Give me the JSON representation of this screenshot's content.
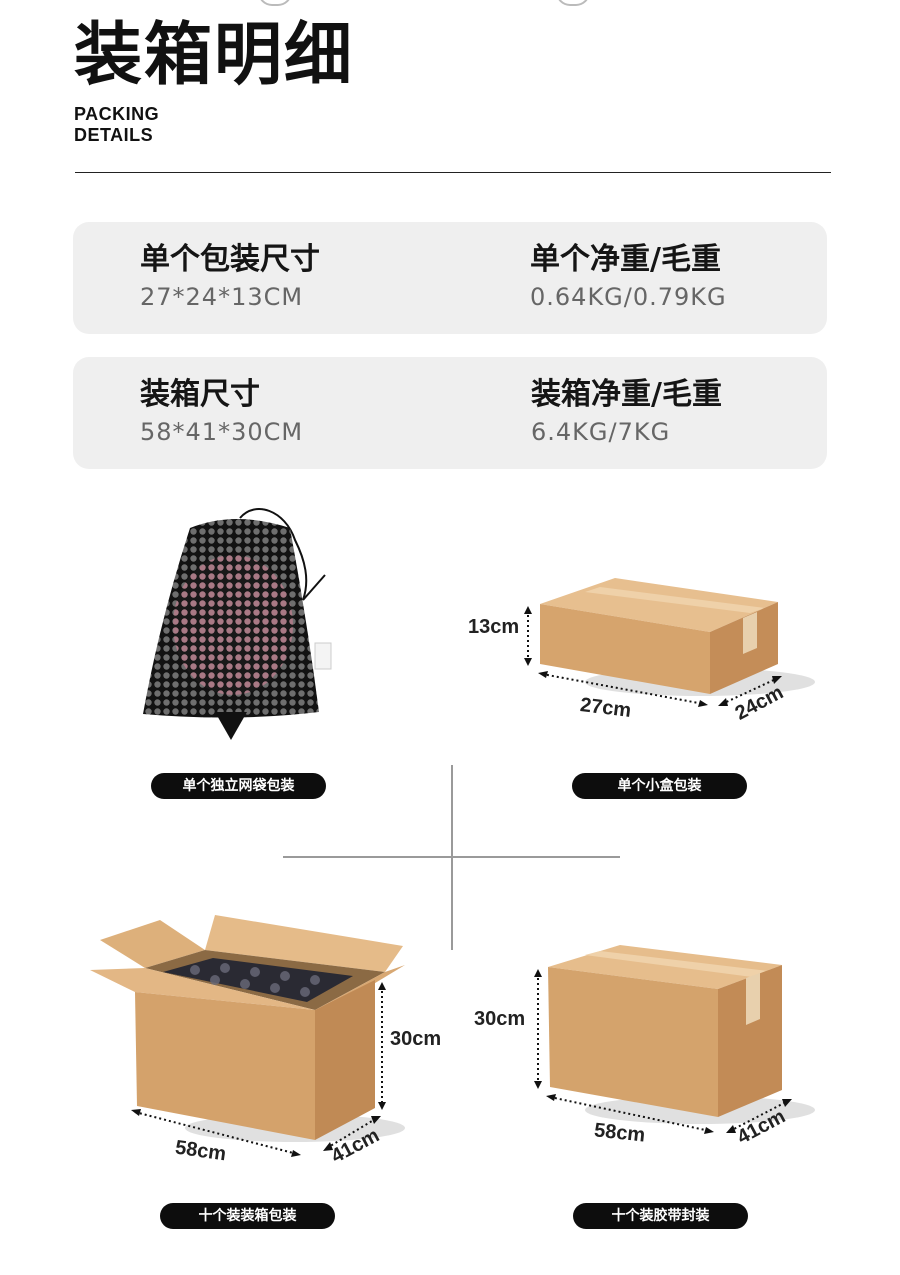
{
  "header": {
    "title": "装箱明细",
    "subtitle_line1": "PACKING",
    "subtitle_line2": "DETAILS"
  },
  "cards": [
    {
      "left": {
        "label": "单个包装尺寸",
        "value": "27*24*13CM"
      },
      "right": {
        "label": "单个净重/毛重",
        "value": "0.64KG/0.79KG"
      }
    },
    {
      "left": {
        "label": "装箱尺寸",
        "value": "58*41*30CM"
      },
      "right": {
        "label": "装箱净重/毛重",
        "value": "6.4KG/7KG"
      }
    }
  ],
  "panels": {
    "mesh_bag": {
      "caption": "单个独立网袋包装"
    },
    "small_box": {
      "caption": "单个小盒包装",
      "height": "13cm",
      "length": "27cm",
      "width": "24cm"
    },
    "open_carton": {
      "caption": "十个装装箱包装",
      "height": "30cm",
      "length": "58cm",
      "width": "41cm"
    },
    "sealed_carton": {
      "caption": "十个装胶带封装",
      "height": "30cm",
      "length": "58cm",
      "width": "41cm"
    }
  },
  "colors": {
    "card_bg": "#efefef",
    "pill_bg": "#0d0d0d",
    "cardboard_front": "#d2a06a",
    "cardboard_top": "#e3b987",
    "cardboard_side": "#c08a55"
  }
}
